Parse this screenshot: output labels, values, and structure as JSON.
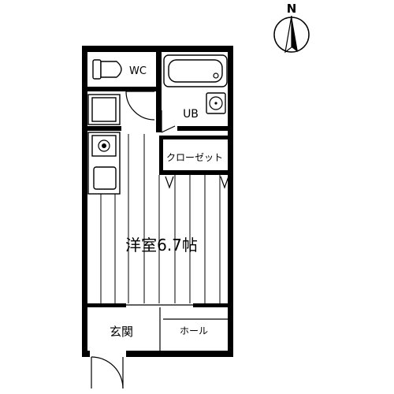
{
  "compass": {
    "north_label": "N"
  },
  "rooms": {
    "wc": "WC",
    "ub": "UB",
    "closet": "クローゼット",
    "western_room": "洋室6.7帖",
    "entrance": "玄関",
    "hall": "ホール"
  }
}
